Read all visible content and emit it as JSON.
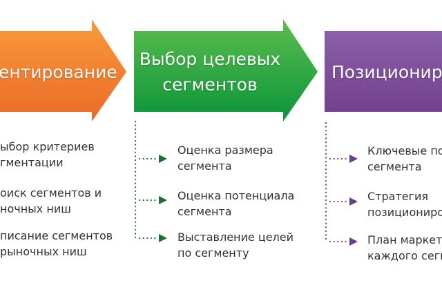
{
  "stages": [
    {
      "title": "ентирование",
      "color_top": "#f89a3c",
      "color_bottom": "#ec6a27",
      "items": [
        {
          "line1": "ыбор критериев",
          "line2": "гментации"
        },
        {
          "line1": "оиск сегментов и",
          "line2": "ночных ниш"
        },
        {
          "line1": "писание сегментов",
          "line2": "рыночных ниш"
        }
      ]
    },
    {
      "title_line1": "Выбор целевых",
      "title_line2": "сегментов",
      "color_top": "#5cbc4e",
      "color_bottom": "#0a963a",
      "connector_color": "#1f6d34",
      "items": [
        {
          "line1": "Оценка размера",
          "line2": "сегмента"
        },
        {
          "line1": "Оценка потенциала",
          "line2": "сегмента"
        },
        {
          "line1": "Выставление целей",
          "line2": "по сегменту"
        }
      ]
    },
    {
      "title": "Позиционир",
      "color_top": "#8a5fa9",
      "color_bottom": "#74418f",
      "connector_color": "#6a3d8a",
      "items": [
        {
          "line1": "Ключевые по",
          "line2": "сегмента"
        },
        {
          "line1": "Стратегия",
          "line2": "позициониро"
        },
        {
          "line1": "План маркет",
          "line2": "каждого сегм"
        }
      ]
    }
  ]
}
